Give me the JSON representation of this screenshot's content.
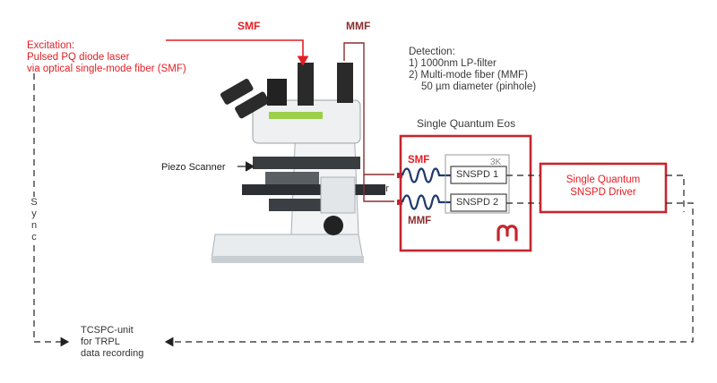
{
  "excitation": {
    "title": "Excitation:",
    "line1": "Pulsed PQ diode laser",
    "line2": "via optical single-mode fiber (SMF)"
  },
  "fibers": {
    "smf_label": "SMF",
    "mmf_label": "MMF"
  },
  "detection": {
    "title": "Detection:",
    "item1": "1) 1000nm LP-filter",
    "item2": "2) Multi-mode fiber (MMF)",
    "item3": "50 µm diameter (pinhole)"
  },
  "eos": {
    "title": "Single Quantum Eos",
    "smf_label": "SMF",
    "mmf_label": "MMF",
    "cryo_label": "3K",
    "det1_label": "SNSPD 1",
    "det2_label": "SNSPD 2",
    "or_label": "or"
  },
  "driver": {
    "line1": "Single Quantum",
    "line2": "SNSPD  Driver"
  },
  "piezo_label": "Piezo Scanner",
  "sync_label": "S y n c",
  "tcspc": {
    "line1": "TCSPC-unit",
    "line2": "for TRPL",
    "line3": "data recording"
  },
  "colors": {
    "accent_red": "#e31e24",
    "dark_red": "#c4262e",
    "mmf_brown": "#8b2f2f",
    "coil_blue": "#1f3a6e"
  }
}
